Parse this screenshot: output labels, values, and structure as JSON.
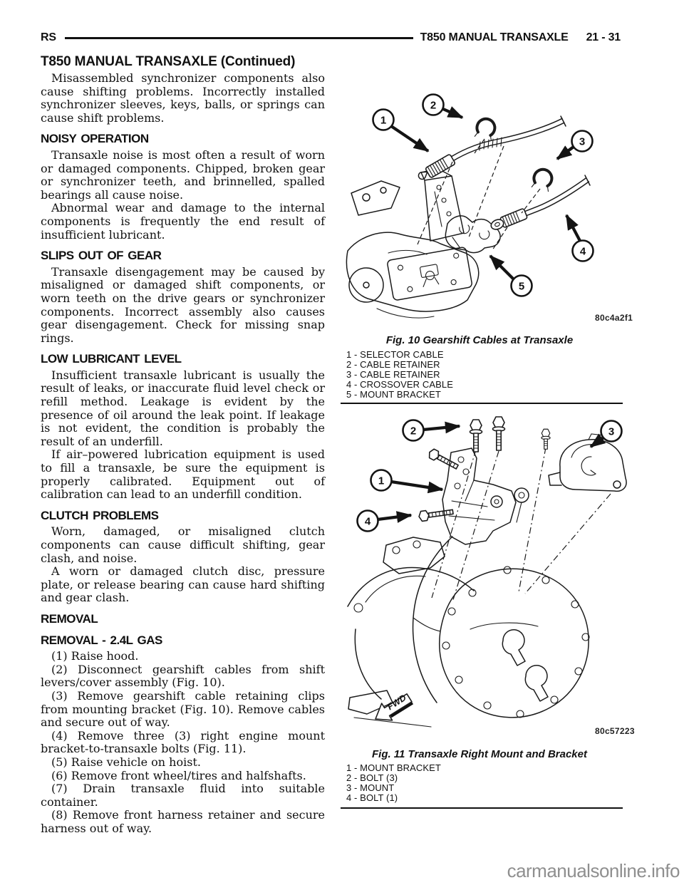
{
  "header": {
    "code": "RS",
    "title": "T850 MANUAL TRANSAXLE",
    "page": "21 - 31"
  },
  "continued_title": "T850 MANUAL TRANSAXLE (Continued)",
  "article": {
    "intro": "Misassembled synchronizer components also cause shifting problems. Incorrectly installed synchronizer sleeves, keys, balls, or springs can cause shift problems.",
    "sections": [
      {
        "heading": "NOISY OPERATION",
        "paragraphs": [
          "Transaxle noise is most often a result of worn or damaged components. Chipped, broken gear or synchronizer teeth, and brinnelled, spalled bearings all cause noise.",
          "Abnormal wear and damage to the internal components is frequently the end result of insufficient lubricant."
        ]
      },
      {
        "heading": "SLIPS OUT OF GEAR",
        "paragraphs": [
          "Transaxle disengagement may be caused by misaligned or damaged shift components, or worn teeth on the drive gears or synchronizer components. Incorrect assembly also causes gear disengagement. Check for missing snap rings."
        ]
      },
      {
        "heading": "LOW LUBRICANT LEVEL",
        "paragraphs": [
          "Insufficient transaxle lubricant is usually the result of leaks, or inaccurate fluid level check or refill method. Leakage is evident by the presence of oil around the leak point. If leakage is not evident, the condition is probably the result of an underfill.",
          "If air–powered lubrication equipment is used to fill a transaxle, be sure the equipment is properly calibrated. Equipment out of calibration can lead to an underfill condition."
        ]
      },
      {
        "heading": "CLUTCH PROBLEMS",
        "paragraphs": [
          "Worn, damaged, or misaligned clutch components can cause difficult shifting, gear clash, and noise.",
          "A worn or damaged clutch disc, pressure plate, or release bearing can cause hard shifting and gear clash."
        ]
      },
      {
        "heading": "REMOVAL",
        "paragraphs": []
      },
      {
        "heading": "REMOVAL - 2.4L GAS",
        "paragraphs": [
          "(1) Raise hood.",
          "(2) Disconnect gearshift cables from shift levers/cover assembly (Fig. 10).",
          "(3) Remove gearshift cable retaining clips from mounting bracket (Fig. 10). Remove cables and secure out of way.",
          "(4) Remove three (3) right engine mount bracket-to-transaxle bolts (Fig. 11).",
          "(5) Raise vehicle on hoist.",
          "(6) Remove front wheel/tires and halfshafts.",
          "(7) Drain transaxle fluid into suitable container.",
          "(8) Remove front harness retainer and secure harness out of way."
        ]
      }
    ]
  },
  "figures": {
    "fig10": {
      "caption": "Fig. 10 Gearshift Cables at Transaxle",
      "image_code": "80c4a2f1",
      "callouts": [
        "1",
        "2",
        "3",
        "4",
        "5"
      ],
      "legend": [
        "1 - SELECTOR CABLE",
        "2 - CABLE RETAINER",
        "3 - CABLE RETAINER",
        "4 - CROSSOVER CABLE",
        "5 - MOUNT BRACKET"
      ]
    },
    "fig11": {
      "caption": "Fig. 11 Transaxle Right Mount and Bracket",
      "image_code": "80c57223",
      "callouts": [
        "1",
        "2",
        "3",
        "4"
      ],
      "fwd_label": "FWD",
      "legend": [
        "1 - MOUNT BRACKET",
        "2 - BOLT (3)",
        "3 - MOUNT",
        "4 - BOLT (1)"
      ]
    }
  },
  "watermark": "carmanualsonline.info"
}
